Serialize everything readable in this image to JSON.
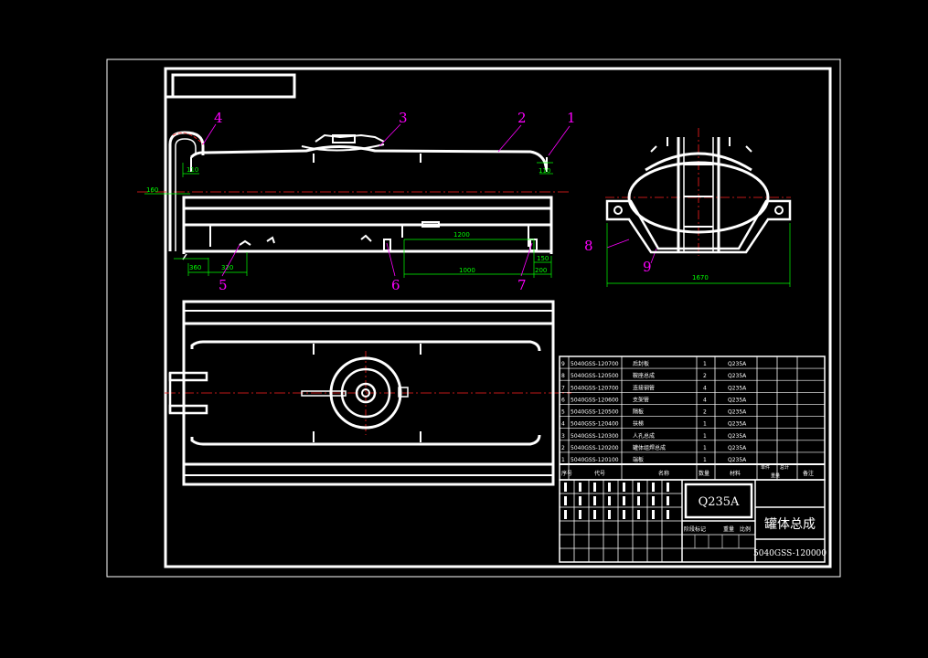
{
  "colors": {
    "background": "#000000",
    "line": "#ffffff",
    "center_line": "#ff2020",
    "dimension": "#00ff00",
    "leader": "#ff00ff"
  },
  "balloons": [
    "1",
    "2",
    "3",
    "4",
    "5",
    "6",
    "7",
    "8",
    "9"
  ],
  "dimensions": {
    "d110_left": "110",
    "d110_right": "110",
    "d160": "160",
    "d360": "360",
    "d320": "320",
    "d1200": "1200",
    "d1000": "1000",
    "d150": "150",
    "d200": "200",
    "d1670": "1670"
  },
  "bom": {
    "rows": [
      {
        "no": "9",
        "code": "5040GSS-120700",
        "name": "后封板",
        "qty": "1",
        "material": "Q235A"
      },
      {
        "no": "8",
        "code": "5040GSS-120500",
        "name": "鞍座总成",
        "qty": "2",
        "material": "Q235A"
      },
      {
        "no": "7",
        "code": "5040GSS-120700",
        "name": "连接钢管",
        "qty": "4",
        "material": "Q235A"
      },
      {
        "no": "6",
        "code": "5040GSS-120600",
        "name": "支架管",
        "qty": "4",
        "material": "Q235A"
      },
      {
        "no": "5",
        "code": "5040GSS-120500",
        "name": "隔板",
        "qty": "2",
        "material": "Q235A"
      },
      {
        "no": "4",
        "code": "5040GSS-120400",
        "name": "扶梯",
        "qty": "1",
        "material": "Q235A"
      },
      {
        "no": "3",
        "code": "5040GSS-120300",
        "name": "人孔总成",
        "qty": "1",
        "material": "Q235A"
      },
      {
        "no": "2",
        "code": "5040GSS-120200",
        "name": "罐体组焊总成",
        "qty": "1",
        "material": "Q235A"
      },
      {
        "no": "1",
        "code": "5040GSS-120100",
        "name": "端板",
        "qty": "1",
        "material": "Q235A"
      }
    ],
    "header": {
      "no": "序号",
      "code": "代号",
      "name": "名称",
      "qty": "数量",
      "material": "材料",
      "unit_wt": "单件",
      "total_wt": "总计",
      "weight": "重量",
      "remarks": "备注"
    }
  },
  "title_block": {
    "material": "Q235A",
    "title": "罐体总成",
    "drawing_no": "5040GSS-120000",
    "stage_labels": [
      "阶段标记",
      "重量",
      "比例"
    ]
  }
}
